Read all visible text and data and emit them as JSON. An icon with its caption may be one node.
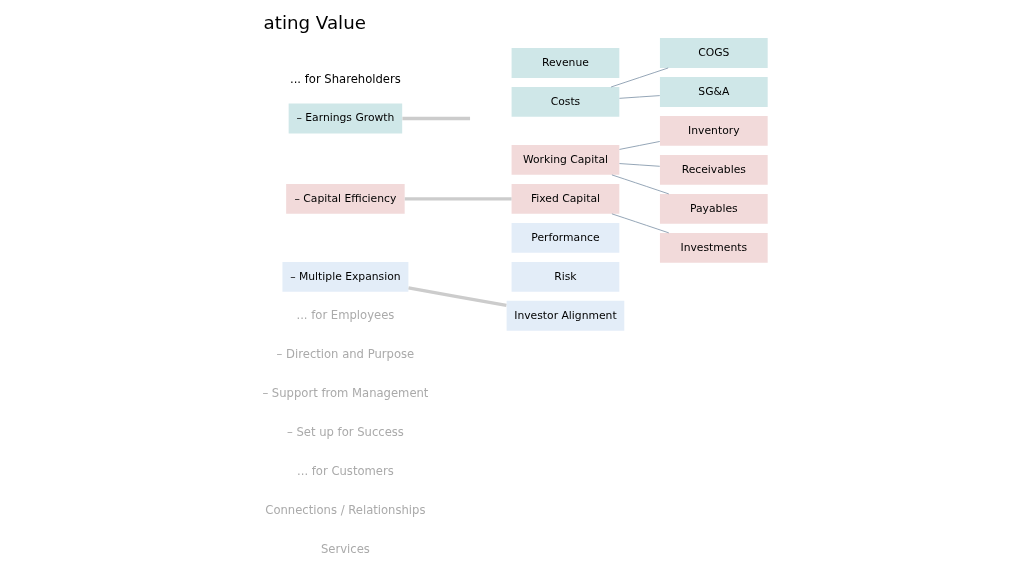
{
  "diagram": {
    "title": "ating Value",
    "nodes": [
      {
        "text": [
          "– Earnings Growth"
        ]
      },
      {
        "text": [
          "– Capital Efficiency"
        ]
      },
      {
        "text": [
          "– Multiple Expansion"
        ]
      },
      {
        "text": [
          "Revenue"
        ]
      },
      {
        "text": [
          "Costs"
        ]
      },
      {
        "text": [
          "COGS"
        ]
      },
      {
        "text": [
          "SG&A"
        ]
      },
      {
        "text": [
          "Working Capital"
        ]
      },
      {
        "text": [
          "Inventory"
        ]
      },
      {
        "text": [
          "Receivables"
        ]
      },
      {
        "text": [
          "Payables"
        ]
      },
      {
        "text": [
          "Fixed Capital"
        ]
      },
      {
        "text": [
          "Investments"
        ]
      },
      {
        "text": [
          "Performance"
        ]
      },
      {
        "text": [
          "Risk"
        ]
      },
      {
        "text": [
          "Investor Alignment"
        ]
      }
    ],
    "edges": [
      {
        "from": 0,
        "to": null,
        "arrow": "none",
        "style": "thick",
        "color": "#cccccc"
      },
      {
        "from": 1,
        "to": 11,
        "arrow": "none",
        "style": "thick",
        "color": "#cccccc"
      },
      {
        "from": 2,
        "to": 15,
        "arrow": "none",
        "style": "thick",
        "color": "#cccccc"
      },
      {
        "from": 4,
        "to": 5,
        "arrow": "none"
      },
      {
        "from": 4,
        "to": 6,
        "arrow": "none"
      },
      {
        "from": 7,
        "to": 8,
        "arrow": "none"
      },
      {
        "from": 7,
        "to": 9,
        "arrow": "none"
      },
      {
        "from": 7,
        "to": 10,
        "arrow": "none"
      },
      {
        "from": 11,
        "to": 12,
        "arrow": "none"
      }
    ],
    "labels": [
      "... for Shareholders",
      "... for Employees",
      "– Direction and Purpose",
      "– Support from Management",
      "– Set up for Success",
      "... for Customers",
      "Connections / Relationships",
      "Services"
    ]
  }
}
